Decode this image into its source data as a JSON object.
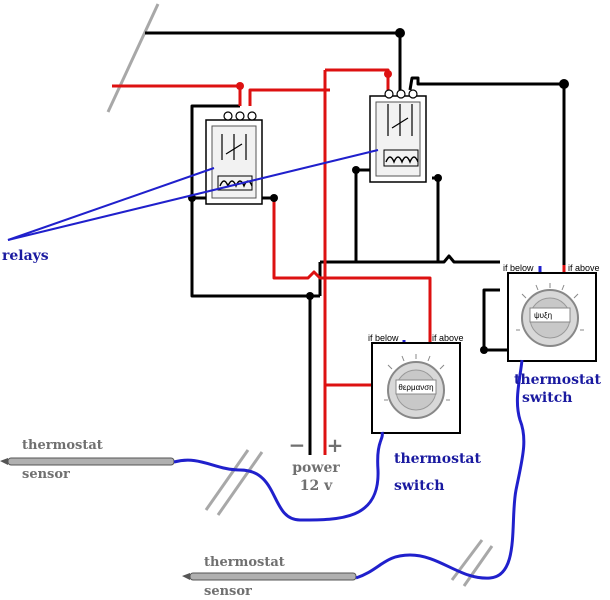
{
  "labels": {
    "relays": "relays",
    "power_line1": "power",
    "power_line2": "12 v",
    "power_minus": "−",
    "power_plus": "+",
    "thermostat_switch_1_line1": "thermostat",
    "thermostat_switch_1_line2": "switch",
    "thermostat_switch_2_line1": "thermostat",
    "thermostat_switch_2_line2": "switch",
    "sensor_1_line1": "thermostat",
    "sensor_1_line2": "sensor",
    "sensor_2_line1": "thermostat",
    "sensor_2_line2": "sensor"
  },
  "switch_1": {
    "if_below": "if below",
    "if_above": "if above",
    "dial_label": "θερμανση"
  },
  "switch_2": {
    "if_below": "if below",
    "if_above": "if above",
    "dial_label": "ψυξη"
  },
  "colors": {
    "wire_black": "#000000",
    "wire_red": "#dd1111",
    "wire_blue": "#2020cc",
    "wall_gray": "#a8a8a8",
    "label_blue": "#1a1aa0",
    "label_gray": "#707070"
  }
}
